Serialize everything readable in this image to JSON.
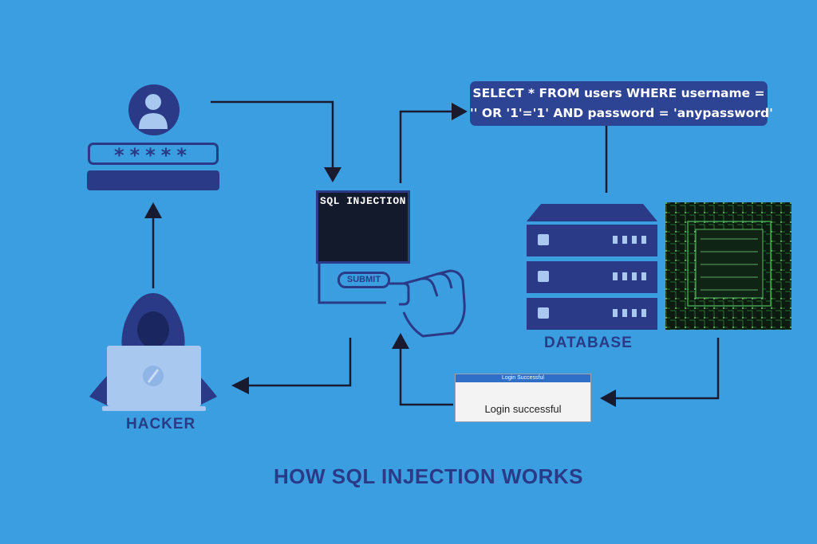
{
  "login_form": {
    "password_mask": "*****"
  },
  "sql_query": {
    "line1": "SELECT * FROM users WHERE username =",
    "line2": "'' OR '1'='1' AND password = 'anypassword'"
  },
  "sqli_card": {
    "title": "SQL INJECTION",
    "submit_label": "SUBMIT"
  },
  "database": {
    "label": "DATABASE"
  },
  "dialog": {
    "title": "Login Successful",
    "message": "Login successful"
  },
  "hacker": {
    "label": "HACKER"
  },
  "title": "HOW SQL INJECTION WORKS",
  "colors": {
    "background": "#3a9ee0",
    "dark_navy": "#2a3a86",
    "arrow": "#1a1a2e",
    "alert_red": "#e03a2e"
  },
  "icons": [
    "user-avatar-icon",
    "warning-icon",
    "shield-lock-icon",
    "hand-pointer-icon",
    "server-icon",
    "circuit-board-image",
    "hacker-icon",
    "laptop-icon"
  ]
}
